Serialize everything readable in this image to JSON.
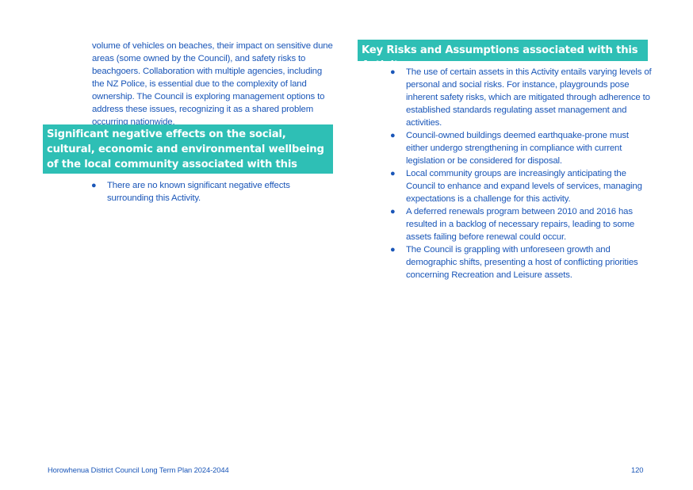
{
  "left_column": {
    "paragraph": "volume of vehicles on beaches, their impact on sensitive dune areas (some owned by the Council), and safety risks to beachgoers. Collaboration with multiple agencies, including the NZ Police, is essential due to the complexity of land ownership. The Council is exploring management options to address these issues, recognizing it as a shared problem occurring nationwide.",
    "heading": "Significant negative effects on the social, cultural, economic and environmental wellbeing of the local community associated with this Activity",
    "bullets": [
      "There are no known significant negative effects surrounding this Activity."
    ]
  },
  "right_column": {
    "heading": "Key Risks and Assumptions associated with this Activity",
    "bullets": [
      "The use of certain assets in this Activity entails varying levels of personal and social risks. For instance, playgrounds pose inherent safety risks, which are mitigated through adherence to established standards regulating asset management and activities.",
      "Council-owned buildings deemed earthquake-prone must either undergo strengthening in compliance with current legislation or be considered for disposal.",
      "Local community groups are increasingly anticipating the Council to enhance and expand levels of services, managing expectations is a challenge for this activity.",
      "A deferred renewals program between 2010 and 2016 has resulted in a backlog of necessary repairs, leading to some assets failing before renewal could occur.",
      "The Council is grappling with unforeseen growth and demographic shifts, presenting a host of conflicting priorities concerning Recreation and Leisure assets."
    ]
  },
  "footer": {
    "document_title": "Horowhenua District Council Long Term Plan 2024-2044",
    "page_number": "120"
  },
  "colors": {
    "heading_background": "#2ebfb5",
    "heading_text": "#ffffff",
    "body_text": "#1a56b8"
  }
}
